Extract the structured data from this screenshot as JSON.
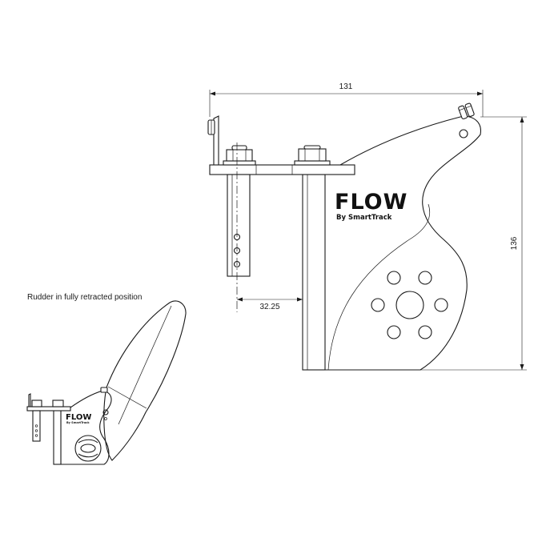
{
  "dimensions": {
    "width": "131",
    "height": "136",
    "offset": "32.25"
  },
  "logo": {
    "brand": "FLOW",
    "tagline": "By SmartTrack"
  },
  "caption": "Rudder in fully retracted position"
}
